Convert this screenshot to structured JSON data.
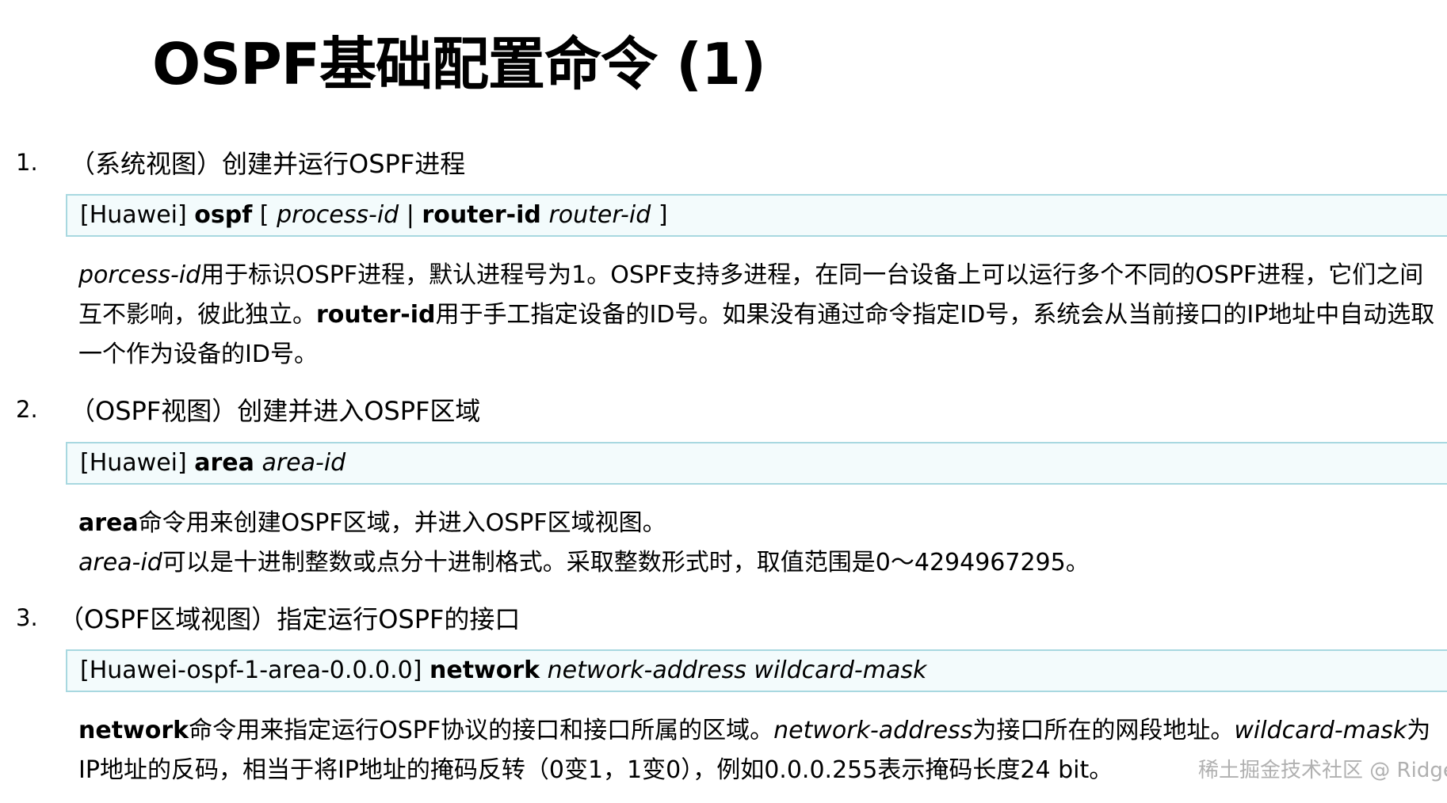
{
  "title": "OSPF基础配置命令 (1)",
  "sections": [
    {
      "number": "1.",
      "heading": "（系统视图）创建并运行OSPF进程",
      "command": {
        "prompt": "[Huawei]",
        "keyword": "ospf",
        "open_bracket": "[",
        "param1": "process-id",
        "separator": "|",
        "keyword2": "router-id",
        "param2": "router-id",
        "close_bracket": "]"
      },
      "desc": {
        "t1": "porcess-id",
        "t2": "用于标识OSPF进程，默认进程号为1。OSPF支持多进程，在同一台设备上可以运行多个不同的OSPF进程，它们之间互不影响，彼此独立。",
        "t3": "router-id",
        "t4": "用于手工指定设备的ID号。如果没有通过命令指定ID号，系统会从当前接口的IP地址中自动选取一个作为设备的ID号。"
      }
    },
    {
      "number": "2.",
      "heading": "（OSPF视图）创建并进入OSPF区域",
      "command": {
        "prompt": "[Huawei]",
        "keyword": "area",
        "param1": "area-id"
      },
      "desc": {
        "t1": "area",
        "t2": "命令用来创建OSPF区域，并进入OSPF区域视图。",
        "t3": "area-id",
        "t4": "可以是十进制整数或点分十进制格式。采取整数形式时，取值范围是0～4294967295。"
      }
    },
    {
      "number": "3.",
      "heading": "（OSPF区域视图）指定运行OSPF的接口",
      "command": {
        "prompt": "[Huawei-ospf-1-area-0.0.0.0]",
        "keyword": "network",
        "param1": "network-address",
        "param2": "wildcard-mask"
      },
      "desc": {
        "t1": "network",
        "t2": "命令用来指定运行OSPF协议的接口和接口所属的区域。",
        "t3": "network-address",
        "t4": "为接口所在的网段地址。",
        "t5": "wildcard-mask",
        "t6": "为IP地址的反码，相当于将IP地址的掩码反转（0变1，1变0），例如0.0.0.255表示掩码长度24 bit。"
      }
    }
  ],
  "watermark": "稀土掘金技术社区 @ Ridge_lv"
}
